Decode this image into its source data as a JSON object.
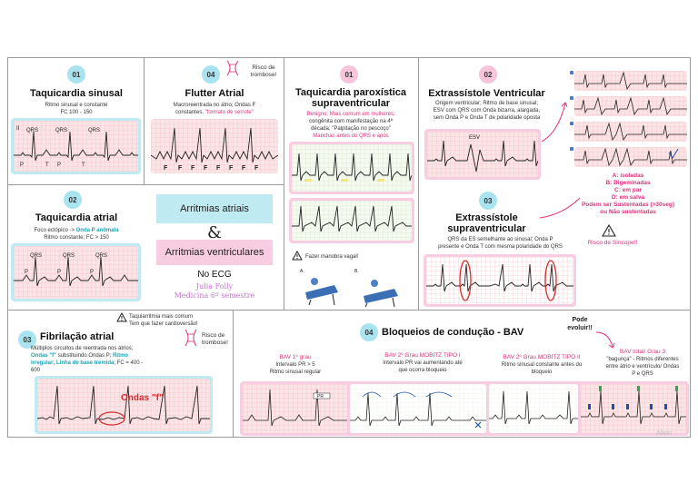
{
  "card_tl": {
    "badge": "01",
    "title": "Taquicardia sinusal",
    "desc_1": "Ritmo sinusal e constante",
    "desc_2": "FC 100 - 150",
    "labels": [
      "II",
      "QRS",
      "QRS",
      "QRS",
      "P",
      "T",
      "P",
      "T"
    ]
  },
  "card_flutter": {
    "badge": "04",
    "title": "Flutter Atrial",
    "risk": "Risco de trombose!",
    "desc_1": "Macroreentrada no átrio; Ondas F",
    "desc_2": "constantes, ",
    "desc_highlight": "\"formato de serrote\"",
    "f_labels": [
      "F",
      "F",
      "F",
      "F",
      "F",
      "F",
      "F",
      "F"
    ]
  },
  "card_parox": {
    "badge": "01",
    "title_1": "Taquicardia paroxística",
    "title_2": "supraventricular",
    "desc_1": "Benigno; Mais comum em mulheres;",
    "desc_2": "congênita com manifestação na 4ª",
    "desc_3": "década; \"Palpitação no pescoço\"",
    "desc_4": "Manchas antes do QRS e após",
    "warn": "Fazer manobra vagal!",
    "fig_a": "A.",
    "fig_b": "B."
  },
  "card_esv": {
    "badge": "02",
    "title": "Extrassístole Ventricular",
    "desc_1": "Origem ventricular; Ritmo de base sinusal;",
    "desc_2": "ESV com QRS com Onda bizarra, alargada,",
    "desc_3": "sem Onda P e Onda T de polaridade oposta",
    "ecg_label": "ESV",
    "list_a": "A: isoladas",
    "list_b": "B: Bigeminadas",
    "list_c": "C: em par",
    "list_d": "D: em salva",
    "list_e": "Podem ser Sustentadas (>30seg)",
    "list_f": "ou Não sustentadas",
    "risk": "Risco de Síncope!!"
  },
  "card_atrial": {
    "badge": "02",
    "title": "Taquicardia atrial",
    "desc_1": "Foco ectópico -> ",
    "desc_1b": "Onda P anômala",
    "desc_2": "Ritmo constante; FC > 150",
    "labels": [
      "QRS",
      "QRS",
      "QRS",
      "P",
      "P",
      "P"
    ]
  },
  "center": {
    "btn_1": "Arritmias atriais",
    "amp": "&",
    "btn_2": "Arritmias ventriculares",
    "ecg": "No ECG",
    "author": "Julia Folly",
    "semester": "Medicina 6º semestre"
  },
  "card_essv": {
    "badge": "03",
    "title_1": "Extrassístole",
    "title_2": "supraventricular",
    "desc_1": "QRS da ES semelhante ao sinusal; Onda P",
    "desc_2": "presente e Onda T com mesma polaridade do QRS"
  },
  "card_fa": {
    "badge": "03",
    "title": "Fibrilação atrial",
    "note_1": "Taquiarritmia mais comum",
    "note_2": "Tem que fazer cardioversão!",
    "risk": "Risco de trombose!",
    "desc_1": "Múltiplos circuitos de reentrada nos átrios;",
    "desc_2a": "Ondas \"f\" ",
    "desc_2b": "substituindo Ondas P; ",
    "desc_2c": "Ritmo",
    "desc_3": "irregular; Linha de base tremida",
    "desc_3b": "; FC = 400 -",
    "desc_4": "600",
    "ecg_label": "Ondas \"f\""
  },
  "card_bav": {
    "badge": "04",
    "title": "Bloqueios de condução - BAV",
    "evolve": "Pode evoluir!!",
    "b1_title": "BAV 1º grau",
    "b1_desc_1": "Intervalo PR > 5",
    "b1_desc_2": "Ritmo sinusal regular",
    "b1_label": "PR",
    "b2_title": "BAV 2º Grau MOBITZ TIPO I",
    "b2_desc_1": "Intervalo PR vai aumentando até",
    "b2_desc_2": "que ocorra bloqueio",
    "b3_title": "BAV 2º Grau MOBITZ TIPO II",
    "b3_desc_1": "Ritmo sinusal constante antes do",
    "b3_desc_2": "bloqueio",
    "b4_title": "BAV total/ Grau 3",
    "b4_desc_1": "\"bagunça\" - Ritmos diferentes",
    "b4_desc_2": "entre átrio e ventrículo/ Ondas",
    "b4_desc_3": "P e QRS"
  },
  "watermark": "Alivin"
}
